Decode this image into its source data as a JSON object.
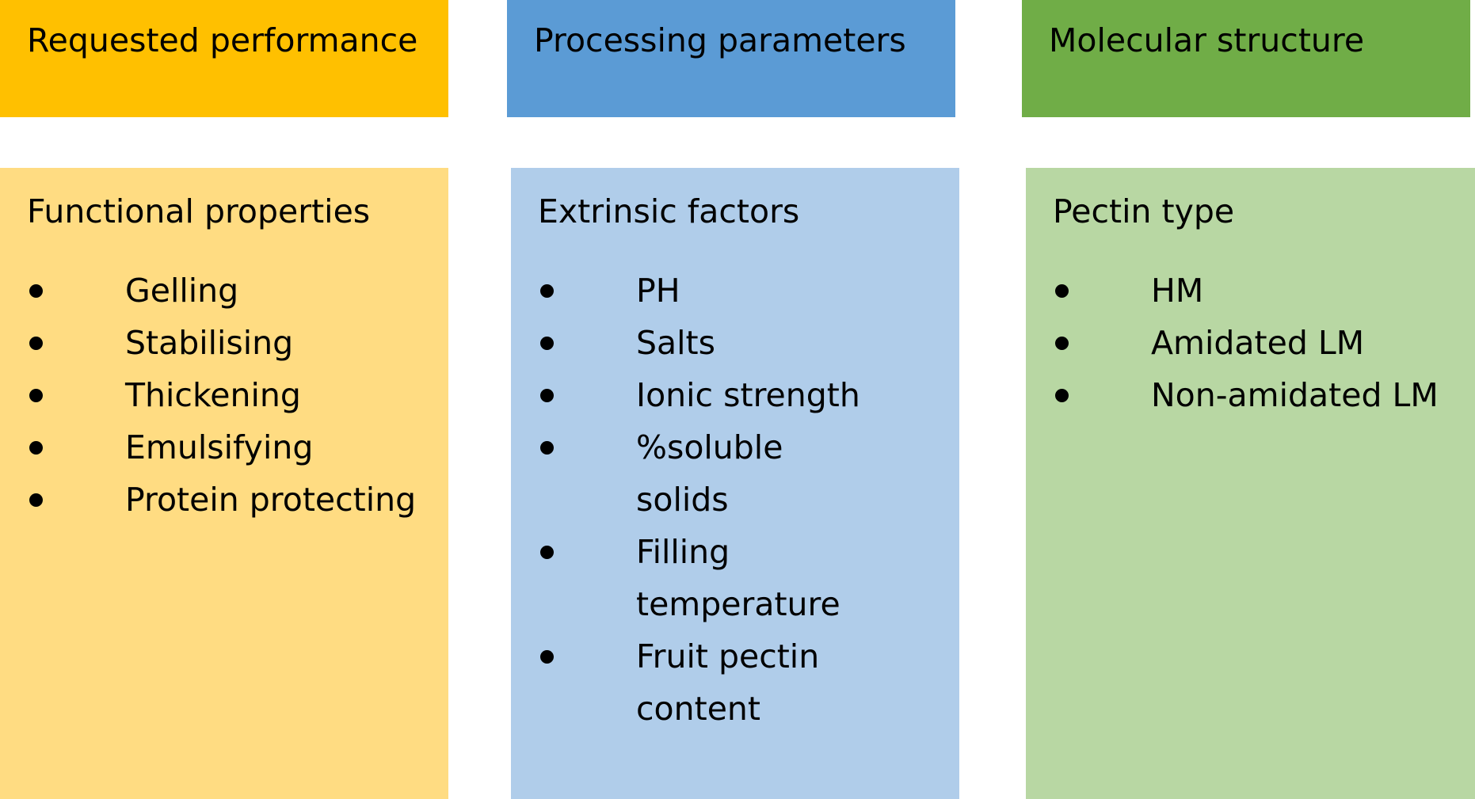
{
  "colors": {
    "header_orange": "#FFC000",
    "header_blue": "#5B9BD5",
    "header_green": "#70AD47",
    "panel_orange": "#FFDC82",
    "panel_blue": "#B0CDEA",
    "panel_green": "#B8D7A3"
  },
  "columns": [
    {
      "header": "Requested performance",
      "panel_title": "Functional properties",
      "items": [
        "Gelling",
        "Stabilising",
        "Thickening",
        "Emulsifying",
        "Protein protecting"
      ]
    },
    {
      "header": "Processing parameters",
      "panel_title": "Extrinsic factors",
      "items": [
        "PH",
        "Salts",
        "Ionic strength",
        "%soluble solids",
        "Filling temperature",
        "Fruit pectin content"
      ]
    },
    {
      "header": "Molecular structure",
      "panel_title": "Pectin type",
      "items": [
        "HM",
        "Amidated LM",
        "Non-amidated LM"
      ]
    }
  ]
}
